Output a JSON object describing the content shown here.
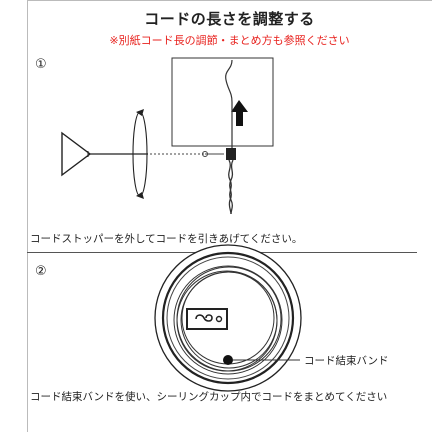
{
  "header": {
    "title": "コードの長さを調整する",
    "note": "※別紙コード長の調節・まとめ方も参照ください",
    "note_color": "#e8231f"
  },
  "steps": [
    {
      "number": "①",
      "caption": "コードストッパーを外してコードを引きあげてください。"
    },
    {
      "number": "②",
      "caption": "コード結束バンドを使い、シーリングカップ内でコードをまとめてください",
      "callout": "コード結束バンド"
    }
  ],
  "icons": [
    "up-arrow-icon",
    "pendant-lamp-icon",
    "cord-stopper-icon",
    "ceiling-cup-icon",
    "cable-tie-icon"
  ]
}
